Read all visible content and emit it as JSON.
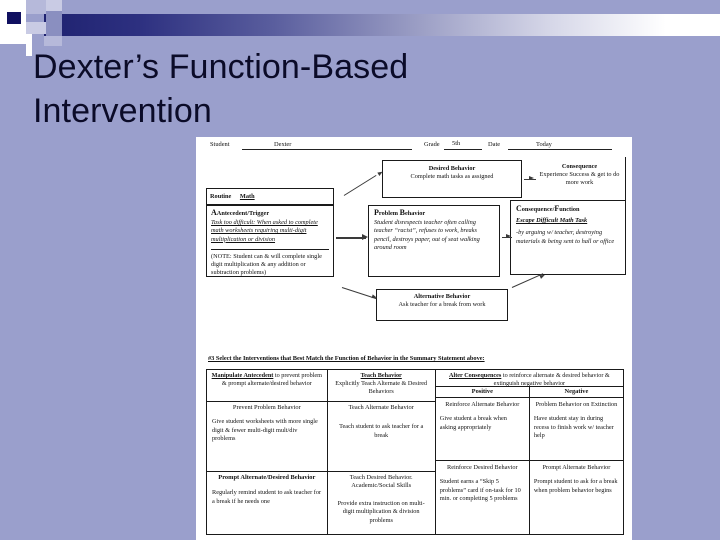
{
  "slide": {
    "title": "Dexter’s Function-Based Intervention",
    "background_color": "#9a9fcc",
    "title_color": "#0b0b28",
    "accent_color": "#1f2270"
  },
  "document": {
    "header": {
      "student_label": "Student",
      "student_value": "Dexter",
      "grade_label": "Grade",
      "grade_value": "5th",
      "date_label": "Date",
      "date_value": "Today"
    },
    "routine": {
      "label": "Routine",
      "value": "Math"
    },
    "antecedent": {
      "title": "Antecedent/Trigger",
      "body": "Task too difficult: When asked to complete math worksheets requiring multi-digit multiplication or division",
      "note": "(NOTE: Student can & will complete single digit multiplication & any addition or subtraction problems)",
      "note_underlined_word": "single"
    },
    "desired_behavior": {
      "title": "Desired Behavior",
      "body": "Complete math tasks as assigned"
    },
    "consequence_positive": {
      "title": "Consequence",
      "body": "Experience Success & get to do more work"
    },
    "problem_behavior": {
      "title": "Problem Behavior",
      "body": "Student disrespects teacher often calling teacher “racist”, refuses to work, breaks pencil, destroys paper, out of seat walking around room"
    },
    "consequence_function": {
      "title": "Consequence/Function",
      "headline": "Escape Difficult Math Task",
      "body": "-by arguing w/ teacher, destroying materials & being sent to hall or office"
    },
    "alternative_behavior": {
      "title": "Alternative Behavior",
      "body": "Ask teacher for a break from work"
    },
    "instruction": "#3 Select the Interventions that Best Match the Function of Behavior in the Summary Statement above:",
    "table": {
      "columns": [
        {
          "header_underlined": "Manipulate Antecedent",
          "header_rest": " to prevent problem & prompt alternate/desired behavior"
        },
        {
          "header_underlined": "Teach Behavior",
          "header_rest": "Explicitly Teach Alternate & Desired Behaviors"
        },
        {
          "header_underlined": "Alter Consequences",
          "header_rest": " to reinforce alternate & desired behavior & extinguish negative behavior",
          "sub_headers": [
            "Positive",
            "Negative"
          ]
        }
      ],
      "rows": [
        {
          "manipulate_antecedent": {
            "heading": "Prevent Problem Behavior",
            "body": "Give student worksheets with more single digit & fewer multi-digit mult/div problems"
          },
          "teach_behavior": {
            "heading": "Teach Alternate Behavior",
            "body": "Teach student to ask teacher for a break"
          },
          "alter_positive": {
            "heading": "Reinforce Alternate Behavior",
            "body": "Give student a break when asking appropriately"
          },
          "alter_negative": {
            "heading": "Problem Behavior on Extinction",
            "body": "Have student stay in during recess to finish work w/ teacher help"
          }
        },
        {
          "manipulate_antecedent": {
            "heading": "Prompt Alternate/Desired Behavior",
            "body": "Regularly remind student to ask teacher for a break if he needs one"
          },
          "teach_behavior": {
            "heading": "Teach Desired Behavior. Academic/Social Skills",
            "body": "Provide extra instruction on multi-digit multiplication & division problems"
          },
          "alter_positive": {
            "heading": "Reinforce Desired Behavior",
            "body": "Student earns a “Skip 5 problems” card if on-task for 10 min. or completing 5 problems"
          },
          "alter_negative": {
            "heading": "Prompt Alternate Behavior",
            "body": "Prompt student to ask for a break when problem behavior begins"
          }
        }
      ]
    }
  }
}
